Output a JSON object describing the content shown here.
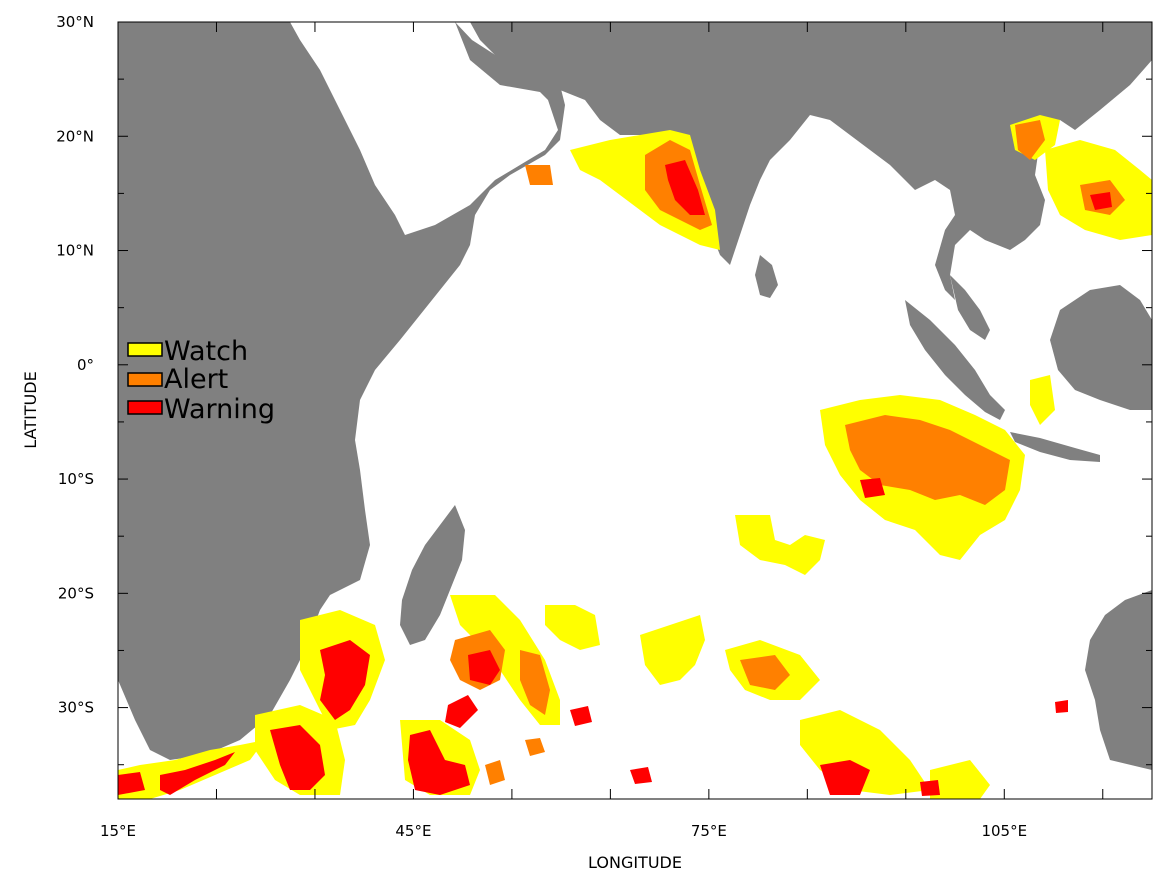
{
  "map": {
    "xlabel": "LONGITUDE",
    "ylabel": "LATITUDE",
    "lon_range": [
      15,
      120
    ],
    "lat_range": [
      -38,
      30
    ],
    "x_ticks": [
      {
        "value": 15,
        "label": "15°E"
      },
      {
        "value": 45,
        "label": "45°E"
      },
      {
        "value": 75,
        "label": "75°E"
      },
      {
        "value": 105,
        "label": "105°E"
      }
    ],
    "y_ticks": [
      {
        "value": 30,
        "label": "30°N"
      },
      {
        "value": 20,
        "label": "20°N"
      },
      {
        "value": 10,
        "label": "10°N"
      },
      {
        "value": 0,
        "label": "0°"
      },
      {
        "value": -10,
        "label": "10°S"
      },
      {
        "value": -20,
        "label": "20°S"
      },
      {
        "value": -30,
        "label": "30°S"
      }
    ],
    "legend": [
      {
        "key": "watch",
        "label": "Watch",
        "color": "#ffff00"
      },
      {
        "key": "alert",
        "label": "Alert",
        "color": "#ff8000"
      },
      {
        "key": "warning",
        "label": "Warning",
        "color": "#ff0000"
      }
    ],
    "colors": {
      "land": "#808080",
      "ocean": "#ffffff",
      "watch": "#ffff00",
      "alert": "#ff8000",
      "warning": "#ff0000",
      "frame": "#000000"
    }
  }
}
